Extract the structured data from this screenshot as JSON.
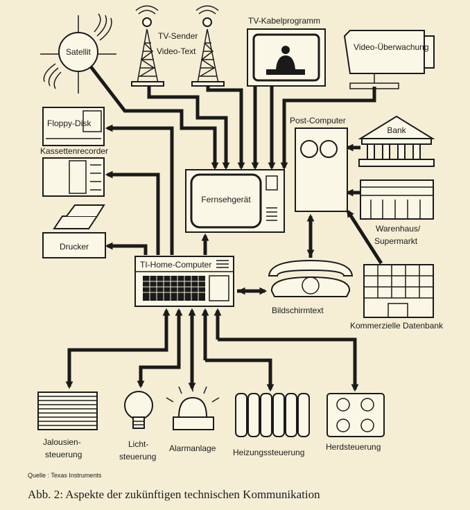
{
  "labels": {
    "satellit": "Satellit",
    "tv_sender": "TV-Sender",
    "video_text": "Video-Text",
    "tv_kabel": "TV-Kabelprogramm",
    "video_ueberwachung": "Video-Überwachung",
    "floppy": "Floppy-Disk",
    "kassette": "Kassettenrecorder",
    "drucker": "Drucker",
    "fernseher": "Fernsehgerät",
    "post_computer": "Post-Computer",
    "bank": "Bank",
    "warenhaus_1": "Warenhaus/",
    "warenhaus_2": "Supermarkt",
    "home_computer": "TI-Home-Computer",
    "bildschirmtext": "Bildschirmtext",
    "datenbank": "Kommerzielle Datenbank",
    "jalousien_1": "Jalousien-",
    "jalousien_2": "steuerung",
    "licht_1": "Licht-",
    "licht_2": "steuerung",
    "alarm": "Alarmanlage",
    "heizung": "Heizungssteuerung",
    "herd": "Herdsteuerung"
  },
  "source": "Quelle : Texas Instruments",
  "caption": "Abb. 2: Aspekte der zukünftigen technischen Kommunikation"
}
